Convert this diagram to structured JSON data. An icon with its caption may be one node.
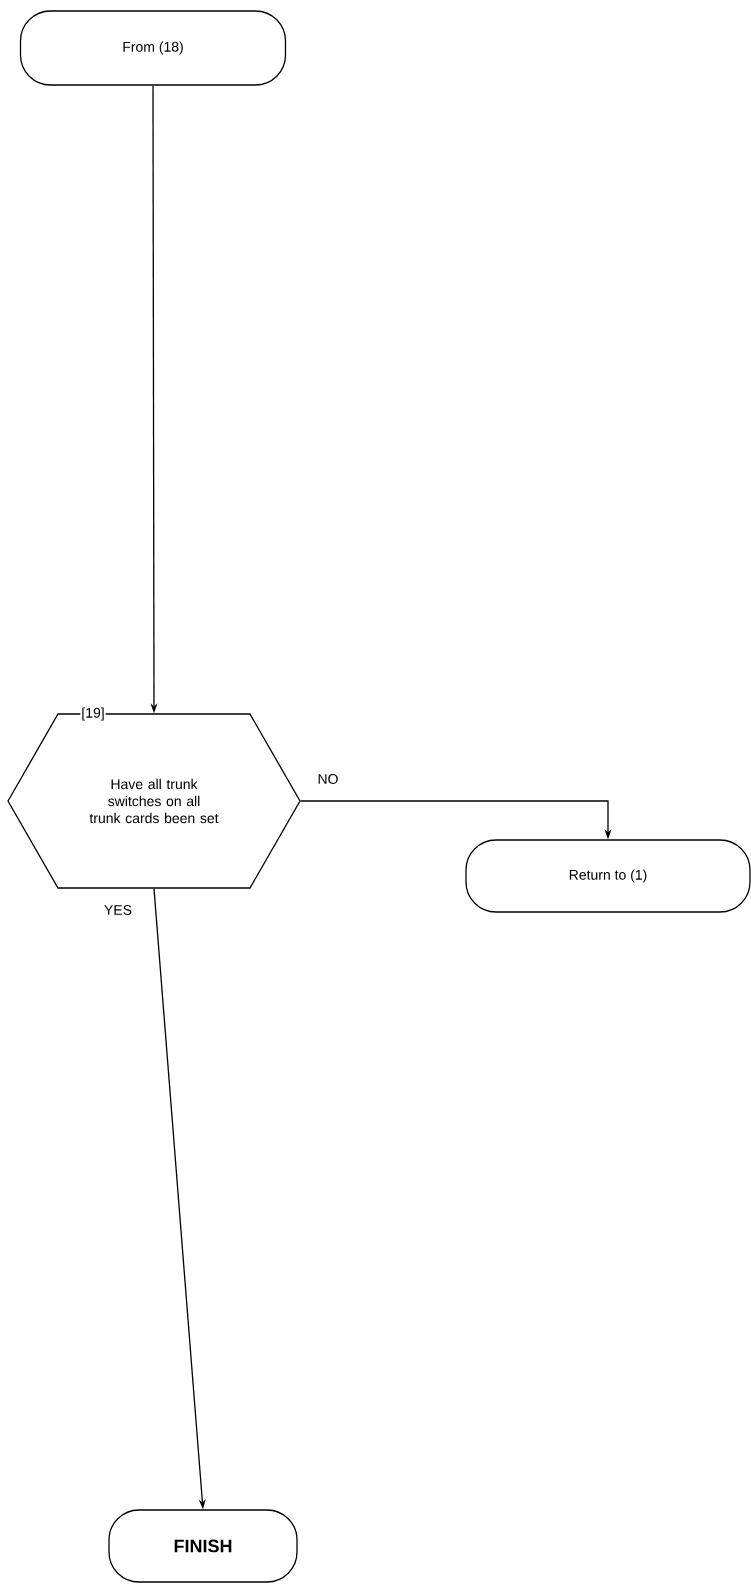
{
  "diagram": {
    "nodes": [
      {
        "text": [
          "From (18)"
        ]
      },
      {
        "text": [
          "[19]",
          "Have all trunk switches on all trunk cards been set"
        ]
      },
      {
        "text": [
          "Return to (1)"
        ]
      },
      {
        "text": [
          "FINISH"
        ]
      }
    ],
    "edges": [
      {
        "from": 0,
        "to": 1,
        "arrow": "to"
      },
      {
        "from": 1,
        "to": 2,
        "arrow": "to",
        "label": "NO"
      },
      {
        "from": 1,
        "to": 3,
        "arrow": "to",
        "label": "YES"
      }
    ]
  }
}
